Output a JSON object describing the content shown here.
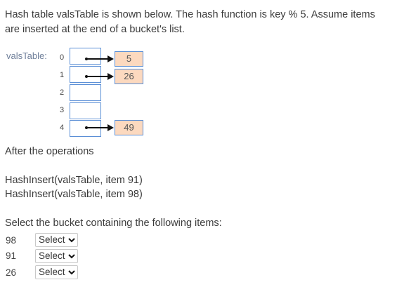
{
  "intro": "Hash table valsTable is shown below. The hash function is key % 5. Assume items are inserted at the end of a bucket's list.",
  "table": {
    "label": "valsTable:",
    "buckets": [
      "0",
      "1",
      "2",
      "3",
      "4"
    ],
    "items": [
      "5",
      "26",
      "49"
    ]
  },
  "after_label": "After the operations",
  "operations": [
    "HashInsert(valsTable, item 91)",
    "HashInsert(valsTable, item 98)"
  ],
  "prompt": "Select the bucket containing the following items:",
  "questions": [
    {
      "label": "98",
      "selected": "Select"
    },
    {
      "label": "91",
      "selected": "Select"
    },
    {
      "label": "26",
      "selected": "Select"
    }
  ],
  "icons": {
    "dropdown": "chevron-down-icon",
    "arrow": "arrow-right-icon"
  }
}
